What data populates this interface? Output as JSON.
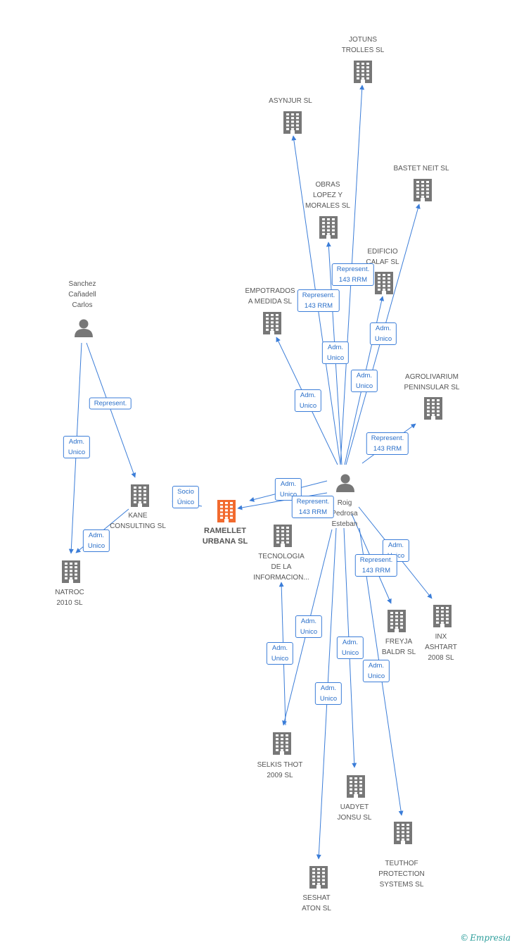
{
  "colors": {
    "edge": "#3b7dd8",
    "building": "#777777",
    "focus": "#f26a2e",
    "person": "#777777"
  },
  "nodes": [
    {
      "id": "jotuns",
      "kind": "building-icon",
      "label": "JOTUNS\nTROLLES SL"
    },
    {
      "id": "asynjur",
      "kind": "building-icon",
      "label": "ASYNJUR SL"
    },
    {
      "id": "bastet",
      "kind": "building-icon",
      "label": "BASTET NEIT SL"
    },
    {
      "id": "obras",
      "kind": "building-icon",
      "label": "OBRAS\nLOPEZ Y\nMORALES SL"
    },
    {
      "id": "edificio",
      "kind": "building-icon",
      "label": "EDIFICIO\nCALAF SL"
    },
    {
      "id": "empotrados",
      "kind": "building-icon",
      "label": "EMPOTRADOS\nA MEDIDA SL"
    },
    {
      "id": "agrolivarium",
      "kind": "building-icon",
      "label": "AGROLIVARIUM\nPENINSULAR SL"
    },
    {
      "id": "sanchez",
      "kind": "person-icon",
      "label": "Sanchez\nCañadell\nCarlos"
    },
    {
      "id": "kane",
      "kind": "building-icon",
      "label": "KANE\nCONSULTING SL"
    },
    {
      "id": "ramellet",
      "kind": "building-icon",
      "label": "RAMELLET\nURBANA SL",
      "focus": true
    },
    {
      "id": "roig",
      "kind": "person-icon",
      "label": "Roig\nPedrosa\nEsteban"
    },
    {
      "id": "tecnologia",
      "kind": "building-icon",
      "label": "TECNOLOGIA\nDE LA\nINFORMACION..."
    },
    {
      "id": "natroc",
      "kind": "building-icon",
      "label": "NATROC\n2010 SL"
    },
    {
      "id": "freyja",
      "kind": "building-icon",
      "label": "FREYJA\nBALDR SL"
    },
    {
      "id": "inx",
      "kind": "building-icon",
      "label": "INX\nASHTART\n2008 SL"
    },
    {
      "id": "selkis",
      "kind": "building-icon",
      "label": "SELKIS THOT\n2009 SL"
    },
    {
      "id": "uadyet",
      "kind": "building-icon",
      "label": "UADYET\nJONSU SL"
    },
    {
      "id": "teuthof",
      "kind": "building-icon",
      "label": "TEUTHOF\nPROTECTION\nSYSTEMS SL"
    },
    {
      "id": "seshat",
      "kind": "building-icon",
      "label": "SESHAT\nATON SL"
    }
  ],
  "edges": [
    {
      "from": "roig",
      "to": "jotuns",
      "label": "Represent.\n143 RRM"
    },
    {
      "from": "roig",
      "to": "asynjur",
      "label": "Represent.\n143 RRM"
    },
    {
      "from": "roig",
      "to": "obras",
      "label": "Adm.\nUnico"
    },
    {
      "from": "roig",
      "to": "edificio",
      "label": "Adm.\nUnico"
    },
    {
      "from": "roig",
      "to": "bastet",
      "label": "Adm.\nUnico"
    },
    {
      "from": "roig",
      "to": "empotrados",
      "label": "Adm.\nUnico"
    },
    {
      "from": "roig",
      "to": "agrolivarium",
      "label": "Represent.\n143 RRM"
    },
    {
      "from": "roig",
      "to": "ramellet",
      "label": "Adm.\nUnico"
    },
    {
      "from": "roig",
      "to": "ramellet",
      "label": "Represent.\n143 RRM"
    },
    {
      "from": "roig",
      "to": "inx",
      "label": "Adm.\nUnico"
    },
    {
      "from": "roig",
      "to": "freyja",
      "label": "Represent.\n143 RRM"
    },
    {
      "from": "roig",
      "to": "teuthof",
      "label": "Adm.\nUnico"
    },
    {
      "from": "roig",
      "to": "uadyet",
      "label": "Adm.\nUnico"
    },
    {
      "from": "roig",
      "to": "seshat",
      "label": "Adm.\nUnico"
    },
    {
      "from": "roig",
      "to": "selkis",
      "label": "Adm.\nUnico"
    },
    {
      "from": "selkis",
      "to": "tecnologia",
      "label": "Adm.\nUnico"
    },
    {
      "from": "sanchez",
      "to": "kane",
      "label": "Represent."
    },
    {
      "from": "sanchez",
      "to": "natroc",
      "label": "Adm.\nUnico"
    },
    {
      "from": "kane",
      "to": "natroc",
      "label": "Adm.\nUnico"
    },
    {
      "from": "ramellet",
      "to": "kane",
      "label": "Socio\nÚnico"
    }
  ],
  "brand": {
    "copyright": "©",
    "name": "Empresia"
  }
}
